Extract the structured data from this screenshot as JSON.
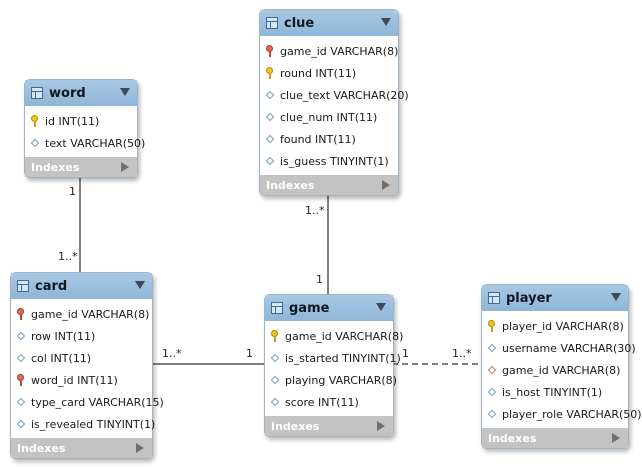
{
  "footer_label": "Indexes",
  "colors": {
    "header": "#8fb6d8",
    "footer": "#c3c3c3",
    "primary_key": "#f0c419",
    "foreign_key_key": "#e06a5a"
  },
  "tables": {
    "word": {
      "name": "word",
      "columns": [
        {
          "text": "id INT(11)",
          "icon": "primary-key-icon"
        },
        {
          "text": "text VARCHAR(50)",
          "icon": "attribute-icon"
        }
      ]
    },
    "clue": {
      "name": "clue",
      "columns": [
        {
          "text": "game_id VARCHAR(8)",
          "icon": "foreign-primary-key-icon"
        },
        {
          "text": "round INT(11)",
          "icon": "primary-key-icon"
        },
        {
          "text": "clue_text VARCHAR(20)",
          "icon": "attribute-icon"
        },
        {
          "text": "clue_num INT(11)",
          "icon": "attribute-icon"
        },
        {
          "text": "found INT(11)",
          "icon": "attribute-icon"
        },
        {
          "text": "is_guess TINYINT(1)",
          "icon": "attribute-icon"
        }
      ]
    },
    "card": {
      "name": "card",
      "columns": [
        {
          "text": "game_id VARCHAR(8)",
          "icon": "foreign-primary-key-icon"
        },
        {
          "text": "row INT(11)",
          "icon": "attribute-icon"
        },
        {
          "text": "col INT(11)",
          "icon": "attribute-icon"
        },
        {
          "text": "word_id INT(11)",
          "icon": "foreign-primary-key-icon"
        },
        {
          "text": "type_card VARCHAR(15)",
          "icon": "attribute-icon"
        },
        {
          "text": "is_revealed TINYINT(1)",
          "icon": "attribute-icon"
        }
      ]
    },
    "game": {
      "name": "game",
      "columns": [
        {
          "text": "game_id VARCHAR(8)",
          "icon": "primary-key-icon"
        },
        {
          "text": "is_started TINYINT(1)",
          "icon": "attribute-icon"
        },
        {
          "text": "playing VARCHAR(8)",
          "icon": "attribute-icon"
        },
        {
          "text": "score INT(11)",
          "icon": "attribute-icon"
        }
      ]
    },
    "player": {
      "name": "player",
      "columns": [
        {
          "text": "player_id VARCHAR(8)",
          "icon": "primary-key-icon"
        },
        {
          "text": "username VARCHAR(30)",
          "icon": "attribute-icon"
        },
        {
          "text": "game_id VARCHAR(8)",
          "icon": "foreign-key-icon"
        },
        {
          "text": "is_host TINYINT(1)",
          "icon": "attribute-icon"
        },
        {
          "text": "player_role VARCHAR(50)",
          "icon": "attribute-icon"
        }
      ]
    }
  },
  "relationships": [
    {
      "from": "word",
      "to": "card",
      "from_mult": "1",
      "to_mult": "1..*",
      "style": "solid"
    },
    {
      "from": "clue",
      "to": "game",
      "from_mult": "1..*",
      "to_mult": "1",
      "style": "solid"
    },
    {
      "from": "card",
      "to": "game",
      "from_mult": "1..*",
      "to_mult": "1",
      "style": "solid"
    },
    {
      "from": "game",
      "to": "player",
      "from_mult": "1",
      "to_mult": "1..*",
      "style": "dashed"
    }
  ]
}
